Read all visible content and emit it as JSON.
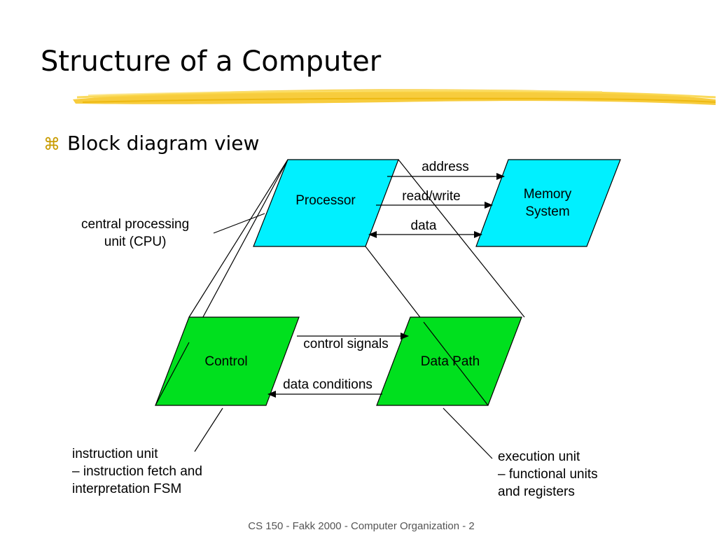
{
  "slide": {
    "title": "Structure of a Computer",
    "bullet_glyph": "⌘",
    "bullet_text": "Block diagram view",
    "footer": "CS 150 - Fakk 2000 - Computer Organization - 2"
  },
  "colors": {
    "highlighter": "#f6c31b",
    "cyan_block": "#00f0ff",
    "green_block": "#00e01e",
    "bullet": "#c89b00"
  },
  "blocks": {
    "processor": "Processor",
    "memory_line1": "Memory",
    "memory_line2": "System",
    "control": "Control",
    "datapath": "Data Path"
  },
  "arrows": {
    "address": "address",
    "read_write": "read/write",
    "data": "data",
    "control_signals": "control signals",
    "data_conditions": "data conditions"
  },
  "annotations": {
    "cpu_line1": "central processing",
    "cpu_line2": "unit (CPU)",
    "instr_line1": "instruction unit",
    "instr_line2": "– instruction fetch and",
    "instr_line3": "interpretation FSM",
    "exec_line1": "execution unit",
    "exec_line2": "– functional units",
    "exec_line3": "and registers"
  }
}
